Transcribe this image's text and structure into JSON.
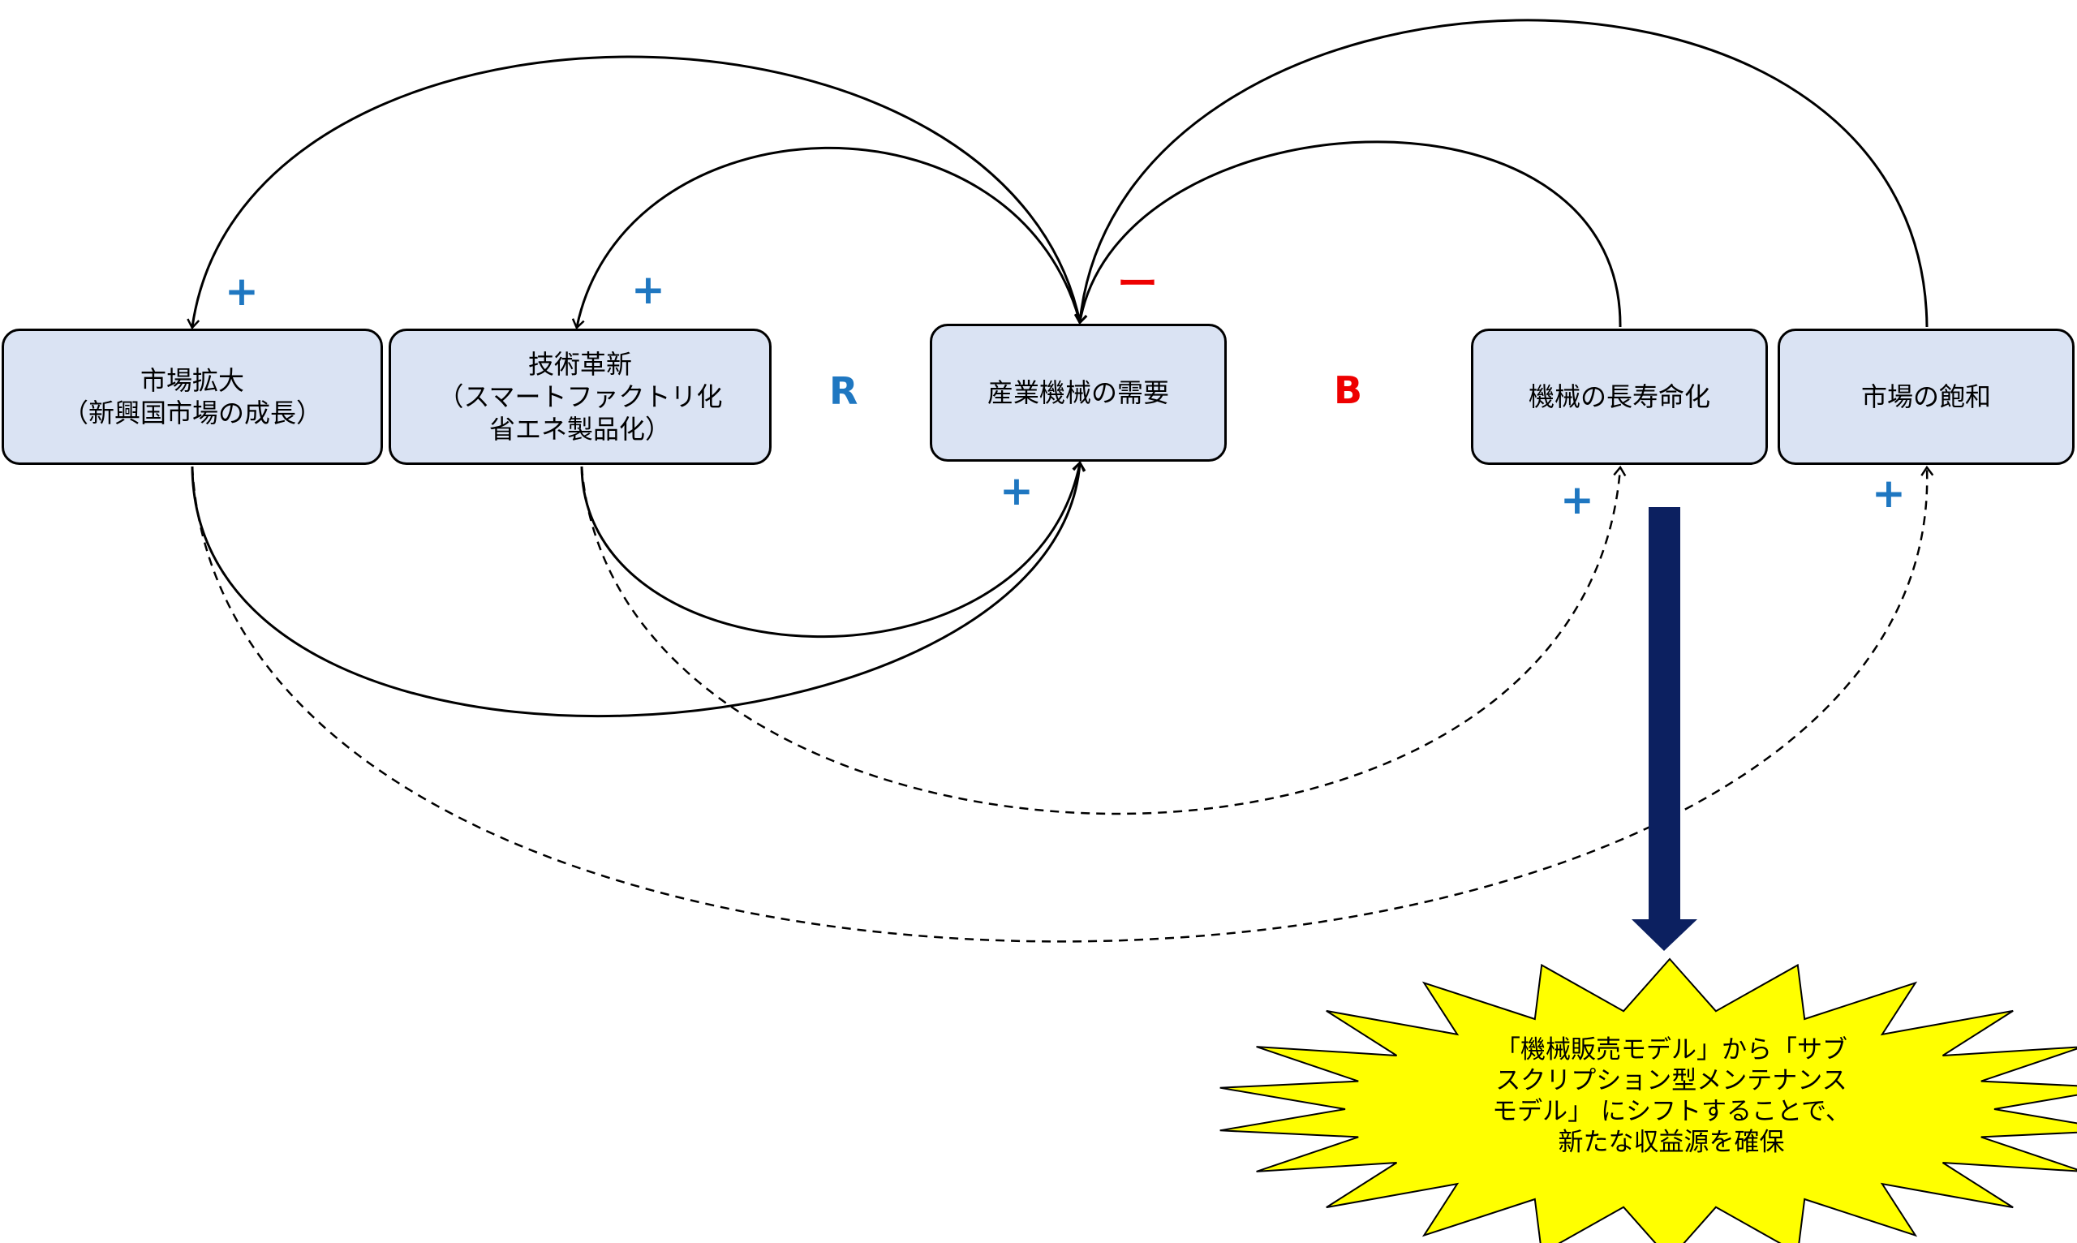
{
  "nodes": {
    "market_expansion": [
      "市場拡大",
      "（新興国市場の成長）"
    ],
    "tech_innovation": [
      "技術革新",
      "（スマートファクトリ化",
      "省エネ製品化）"
    ],
    "demand": [
      "産業機械の需要"
    ],
    "longevity": [
      "機械の長寿命化"
    ],
    "saturation": [
      "市場の飽和"
    ]
  },
  "signs": {
    "plus": "+",
    "minus": "ー"
  },
  "loops": {
    "reinforcing": "R",
    "balancing": "B"
  },
  "callout": [
    "「機械販売モデル」から「サブ",
    "スクリプション型メンテナンス",
    "モデル」 にシフトすることで、",
    "新たな収益源を確保"
  ],
  "colors": {
    "node_fill": "#dae3f3",
    "positive": "#1f77c1",
    "negative": "#ee0000",
    "arrow_fill": "#0c2060",
    "callout_fill": "#ffff00"
  }
}
